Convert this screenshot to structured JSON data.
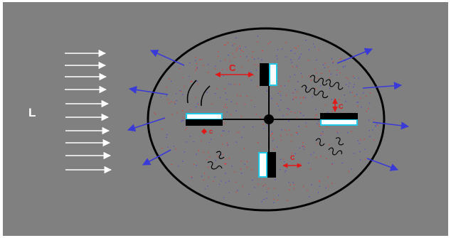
{
  "labels": {
    "incoming": "L",
    "top_gap": "C",
    "right_gap": "C",
    "left_gap": "C",
    "bottom_gap": "C"
  },
  "colors": {
    "background": "#808080",
    "vessel_outline": "#000000",
    "incoming_arrows": "#ffffff",
    "outflow_arrows": "#3a3ad8",
    "gap_markers": "#e01818",
    "red_particles": "#e03a3a",
    "blue_particles": "#4a4ad0",
    "blade_core": "#000000",
    "blade_face": "#ffffff",
    "blade_edge": "#1ec8e6"
  },
  "icons": {
    "incoming": "right-arrow-icon",
    "outflow": "outward-arrow-icon",
    "gap": "double-headed-arrow-icon",
    "eddy": "swirl-icon",
    "hub": "hub-dot-icon"
  }
}
